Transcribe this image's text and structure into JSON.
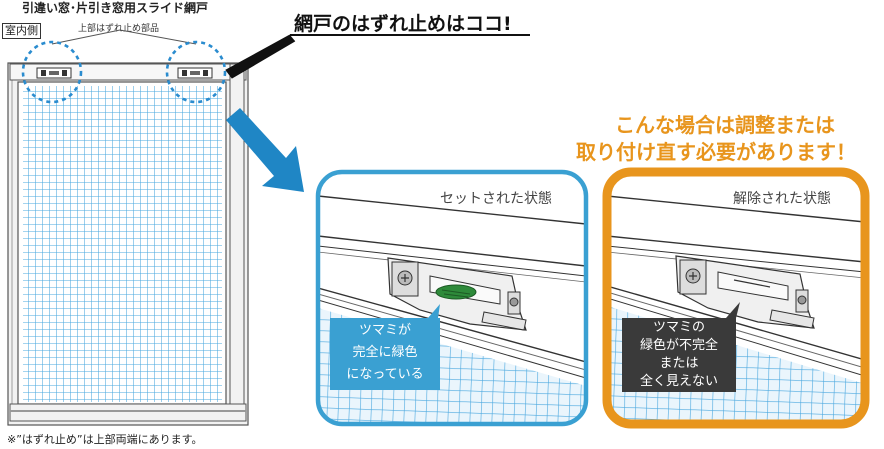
{
  "product_title": "引違い窓･片引き窓用スライド網戸",
  "indoor_label": "室内側",
  "upper_part_label": "上部はずれ止め部品",
  "callout": "網戸のはずれ止めはココ!",
  "warning_lines": [
    "こんな場合は調整または",
    "取り付け直す必要があります！"
  ],
  "panels": {
    "set": {
      "title": "セットされた状態",
      "note": [
        "ツマミが",
        "完全に緑色",
        "になっている"
      ]
    },
    "released": {
      "title": "解除された状態",
      "note": [
        "ツマミの",
        "緑色が不完全",
        "または",
        "全く見えない"
      ]
    }
  },
  "footnote": "※”はずれ止め”は上部両端にあります。",
  "colors": {
    "accent_orange": "#e8951d",
    "panel_blue": "#3aa0d2",
    "arrow_blue": "#1f86c5",
    "mesh_blue": "#4aa8df",
    "knob_green": "#2e8a3a",
    "note_dark": "#3a3a3a"
  }
}
